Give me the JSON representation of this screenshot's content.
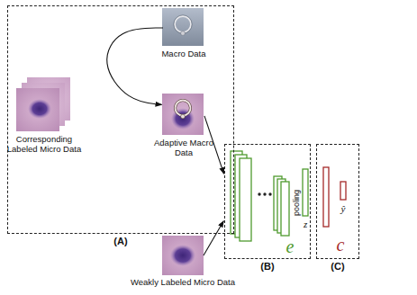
{
  "diagram": {
    "nodes": [
      {
        "text": [
          "(A)"
        ]
      },
      {
        "text": [
          "Macro Data"
        ],
        "in": 0
      },
      {
        "text": [
          "Corresponding Labeled Micro Data"
        ],
        "in": 0
      },
      {
        "text": [
          "Adaptive Macro Data"
        ],
        "in": 0
      },
      {
        "text": [
          "Weakly Labeled Micro Data"
        ]
      },
      {
        "text": [
          "(B)"
        ]
      },
      {
        "text": [
          "(C)"
        ]
      }
    ],
    "edges": [
      {
        "from": 1,
        "to": 3,
        "arrow": "to"
      },
      {
        "from": 3,
        "to": 5,
        "arrow": "to"
      },
      {
        "from": 4,
        "to": 5,
        "arrow": "to"
      }
    ],
    "labels": [
      "pooling",
      "z",
      "e",
      "c",
      "ŷ"
    ]
  }
}
